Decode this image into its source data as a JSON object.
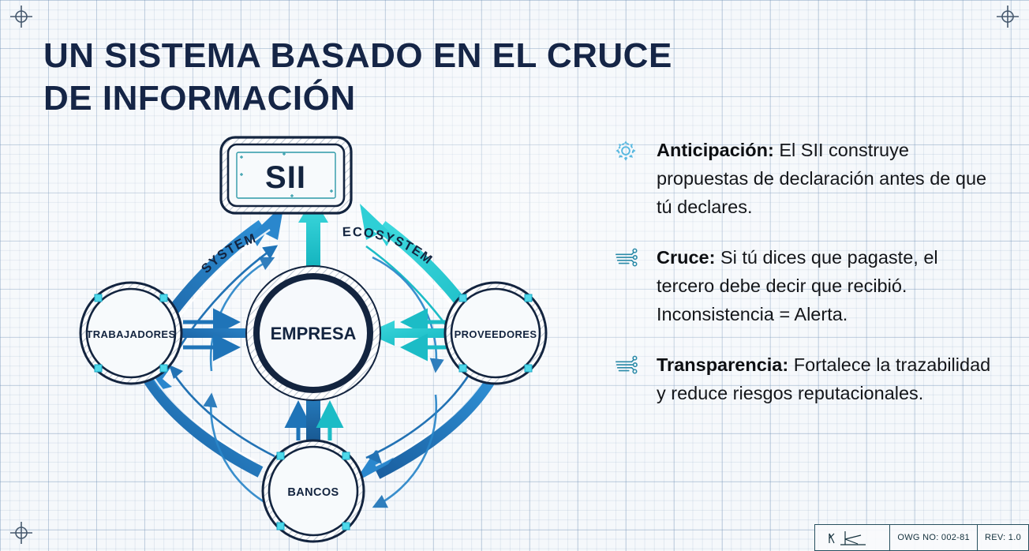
{
  "page": {
    "title_line1": "UN SISTEMA BASADO EN EL CRUCE",
    "title_line2": "DE INFORMACIÓN",
    "bg_color": "#f5f8fb",
    "title_color": "#152546"
  },
  "diagram": {
    "label_system_left": "SYSTEM",
    "label_system_right": "ECOSYSTEM",
    "nodes": {
      "top": "SII",
      "center": "EMPRESA",
      "left": "TRABAJADORES",
      "right": "PROVEEDORES",
      "bottom": "BANCOS"
    },
    "colors": {
      "navy": "#13243f",
      "blue": "#1f7cbf",
      "blue_dark": "#1a5fa0",
      "teal": "#22c6ce",
      "teal_dark": "#14aab3",
      "handle": "#34d7e8"
    }
  },
  "bullets": [
    {
      "icon": "gear-icon",
      "lead": "Anticipación:",
      "body": " El SII construye propuestas de declaración antes de que tú declares."
    },
    {
      "icon": "circuit-nodes-icon",
      "lead": "Cruce:",
      "body": " Si tú dices que pagaste, el tercero debe decir que recibió. Inconsistencia = Alerta."
    },
    {
      "icon": "circuit-nodes-icon",
      "lead": "Transparencia:",
      "body": " Fortalece la trazabilidad y reduce riesgos reputacionales."
    }
  ],
  "title_block": {
    "dwg_no": "OWG NO: 002-81",
    "rev": "REV: 1.0"
  }
}
